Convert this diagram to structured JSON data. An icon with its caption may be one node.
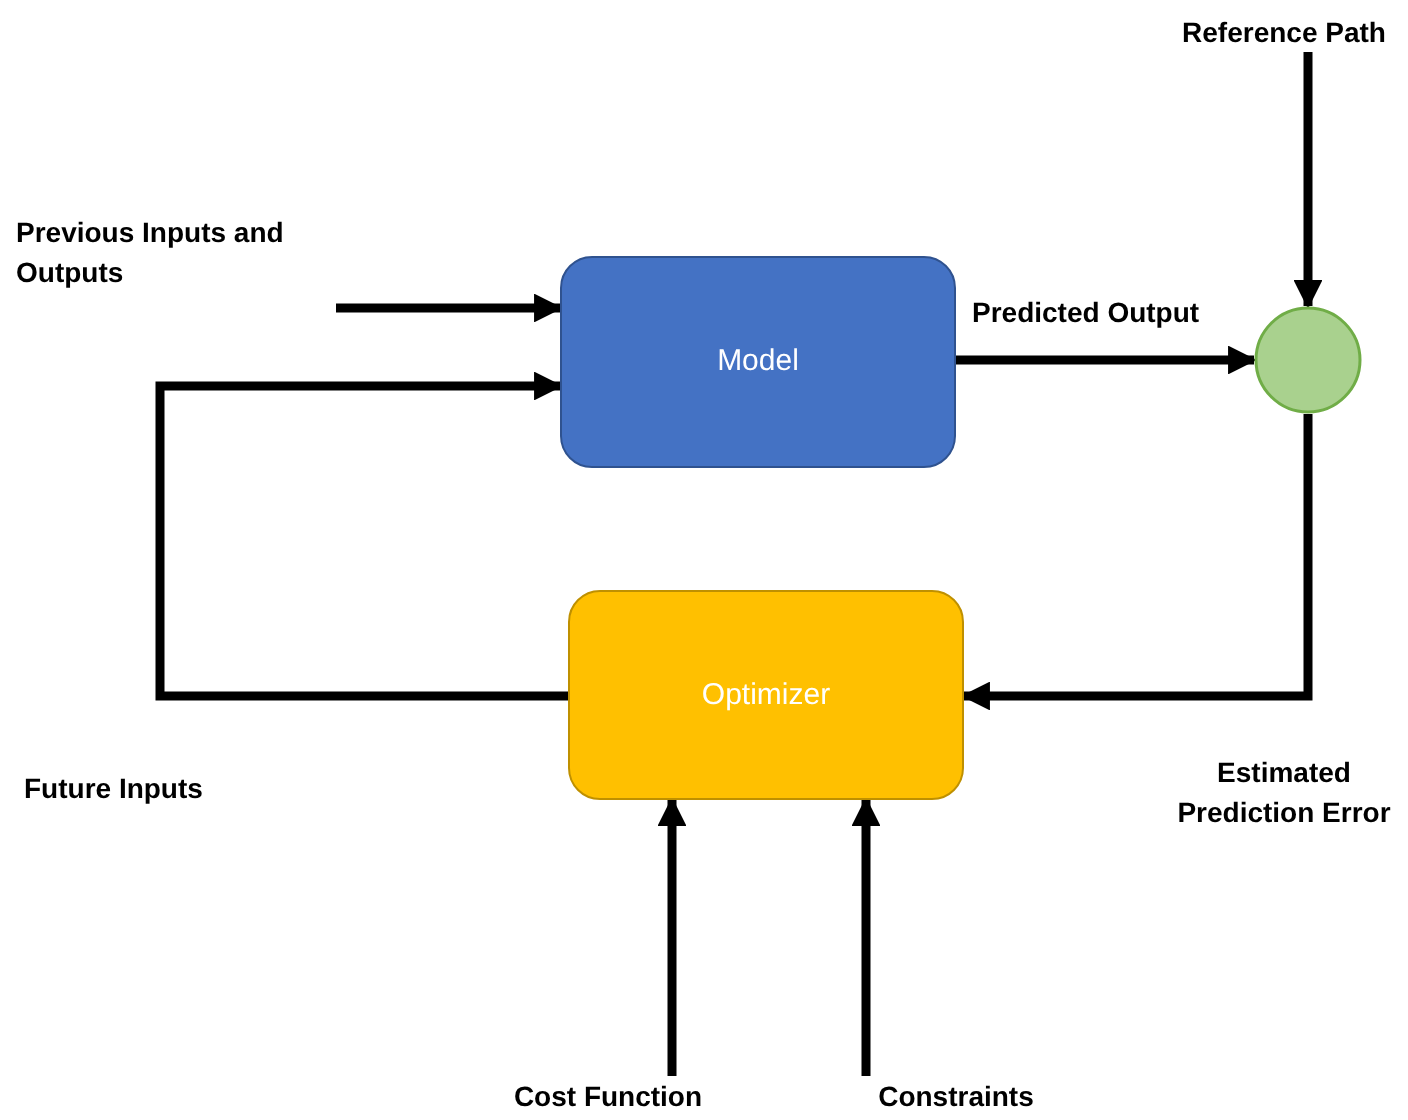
{
  "diagram": {
    "nodes": [
      {
        "text": [
          "Reference Path"
        ]
      },
      {
        "text": [
          "Previous Inputs and Outputs"
        ]
      },
      {
        "text": [
          "Model"
        ]
      },
      {
        "text": [],
        "shape": "circle"
      },
      {
        "text": [
          "Optimizer"
        ]
      },
      {
        "text": [
          "Cost Function"
        ]
      },
      {
        "text": [
          "Constraints"
        ]
      }
    ],
    "edges": [
      {
        "from": 1,
        "to": 2,
        "arrow": "to"
      },
      {
        "from": 2,
        "to": 3,
        "arrow": "to",
        "label": "Predicted Output"
      },
      {
        "from": 0,
        "to": 3,
        "arrow": "to"
      },
      {
        "from": 3,
        "to": 4,
        "arrow": "to",
        "label": "Estimated Prediction Error"
      },
      {
        "from": 4,
        "to": 2,
        "arrow": "to",
        "label": "Future Inputs"
      },
      {
        "from": 5,
        "to": 4,
        "arrow": "to"
      },
      {
        "from": 6,
        "to": 4,
        "arrow": "to"
      }
    ]
  }
}
